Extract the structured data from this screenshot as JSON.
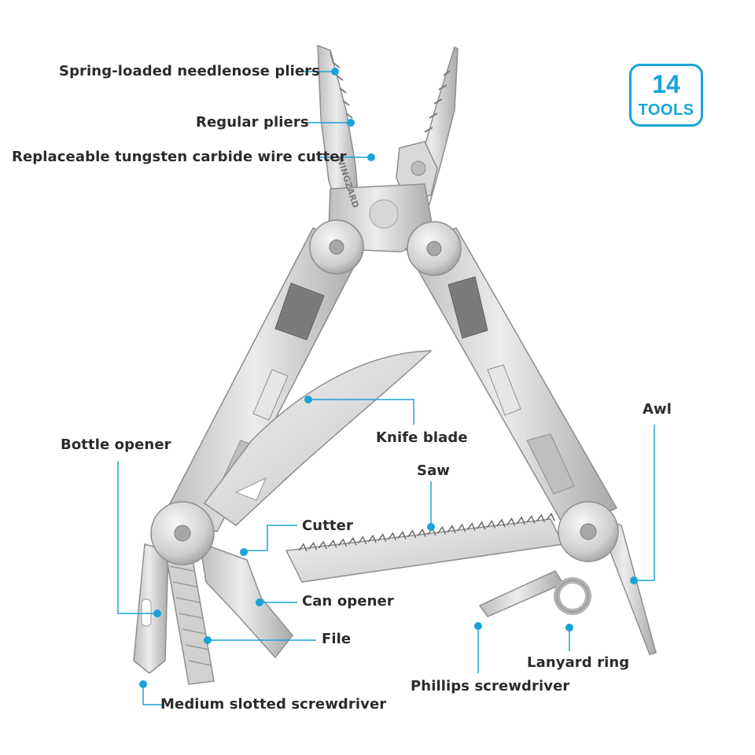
{
  "badge": {
    "number": "14",
    "word": "TOOLS"
  },
  "callouts": {
    "needlenose": "Spring-loaded needlenose pliers",
    "regular_pliers": "Regular pliers",
    "wire_cutter": "Replaceable tungsten carbide wire cutter",
    "knife": "Knife blade",
    "bottle_opener": "Bottle opener",
    "saw": "Saw",
    "awl": "Awl",
    "cutter": "Cutter",
    "can_opener": "Can opener",
    "file": "File",
    "slotted": "Medium slotted screwdriver",
    "phillips": "Phillips screwdriver",
    "lanyard": "Lanyard ring"
  },
  "engraving": "WINGZARD",
  "colors": {
    "accent": "#1aa3d9",
    "steel_light": "#e4e4e4",
    "steel_mid": "#c9c9c9",
    "steel_dark": "#9b9b9b",
    "text": "#2b2b2b"
  }
}
